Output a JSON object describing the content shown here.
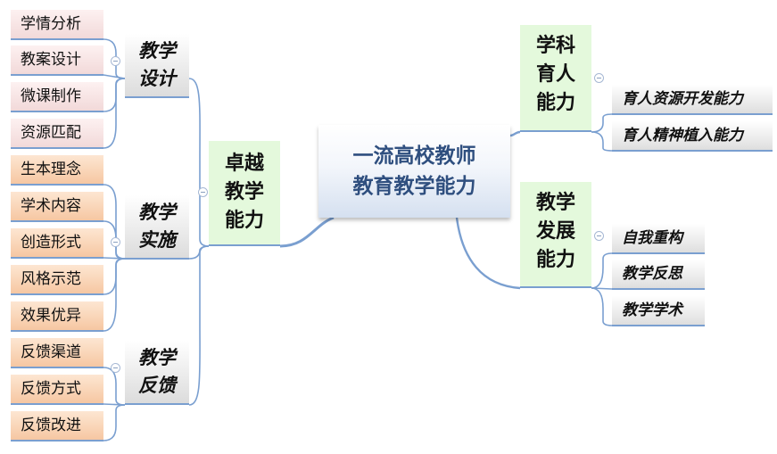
{
  "center": {
    "line1": "一流高校教师",
    "line2": "教育教学能力"
  },
  "left_main": {
    "line1": "卓越",
    "line2": "教学",
    "line3": "能力"
  },
  "left_groups": [
    {
      "line1": "教学",
      "line2": "设计",
      "items": [
        "学情分析",
        "教案设计",
        "微课制作",
        "资源匹配"
      ]
    },
    {
      "line1": "教学",
      "line2": "实施",
      "items": [
        "生本理念",
        "学术内容",
        "创造形式",
        "风格示范",
        "效果优异"
      ]
    },
    {
      "line1": "教学",
      "line2": "反馈",
      "items": [
        "反馈渠道",
        "反馈方式",
        "反馈改进"
      ]
    }
  ],
  "right_groups": [
    {
      "line1": "学科",
      "line2": "育人",
      "line3": "能力",
      "items": [
        "育人资源开发能力",
        "育人精神植入能力"
      ]
    },
    {
      "line1": "教学",
      "line2": "发展",
      "line3": "能力",
      "items": [
        "自我重构",
        "教学反思",
        "教学学术"
      ]
    }
  ],
  "colors": {
    "connector": "#7a9fd0",
    "center_text": "#2f4f7f",
    "main_fill": "#e4f9dc",
    "leaf_pink": "#f2d9d9",
    "leaf_orange": "#f6c7a2"
  }
}
